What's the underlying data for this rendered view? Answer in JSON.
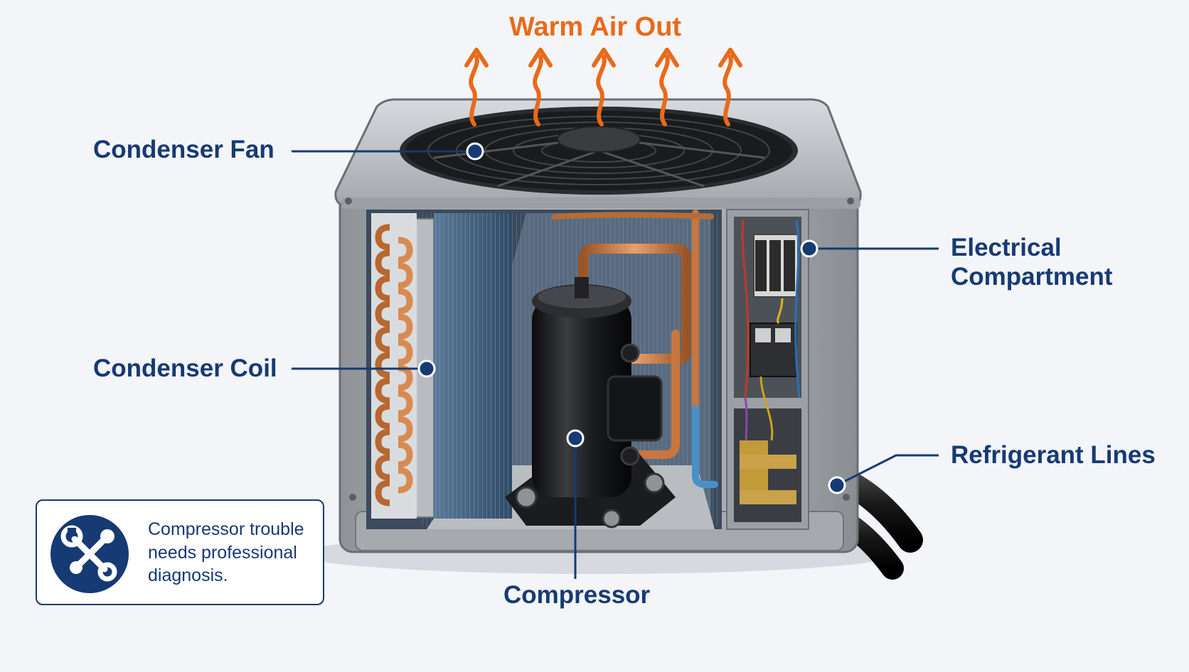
{
  "heading": "Warm Air Out",
  "labels": {
    "condenser_fan": "Condenser Fan",
    "condenser_coil": "Condenser Coil",
    "compressor": "Compressor",
    "electrical": [
      "Electrical",
      "Compartment"
    ],
    "refrigerant": "Refrigerant Lines"
  },
  "note": {
    "icon": "tools-icon",
    "text": "Compressor trouble needs professional diagnosis."
  },
  "colors": {
    "label_navy": "#163a73",
    "heat_orange": "#e86a1a",
    "copper": "#c8763e",
    "coil_blue": "#3e5f80",
    "housing_gray": "#a9adb2"
  }
}
